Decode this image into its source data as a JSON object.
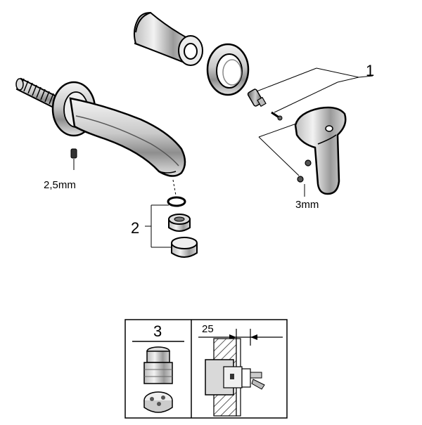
{
  "labels": {
    "part_1": "1",
    "part_2": "2",
    "part_3": "3",
    "hex_key_spout": "2,5mm",
    "hex_key_handle": "3mm",
    "dimension": "25"
  }
}
